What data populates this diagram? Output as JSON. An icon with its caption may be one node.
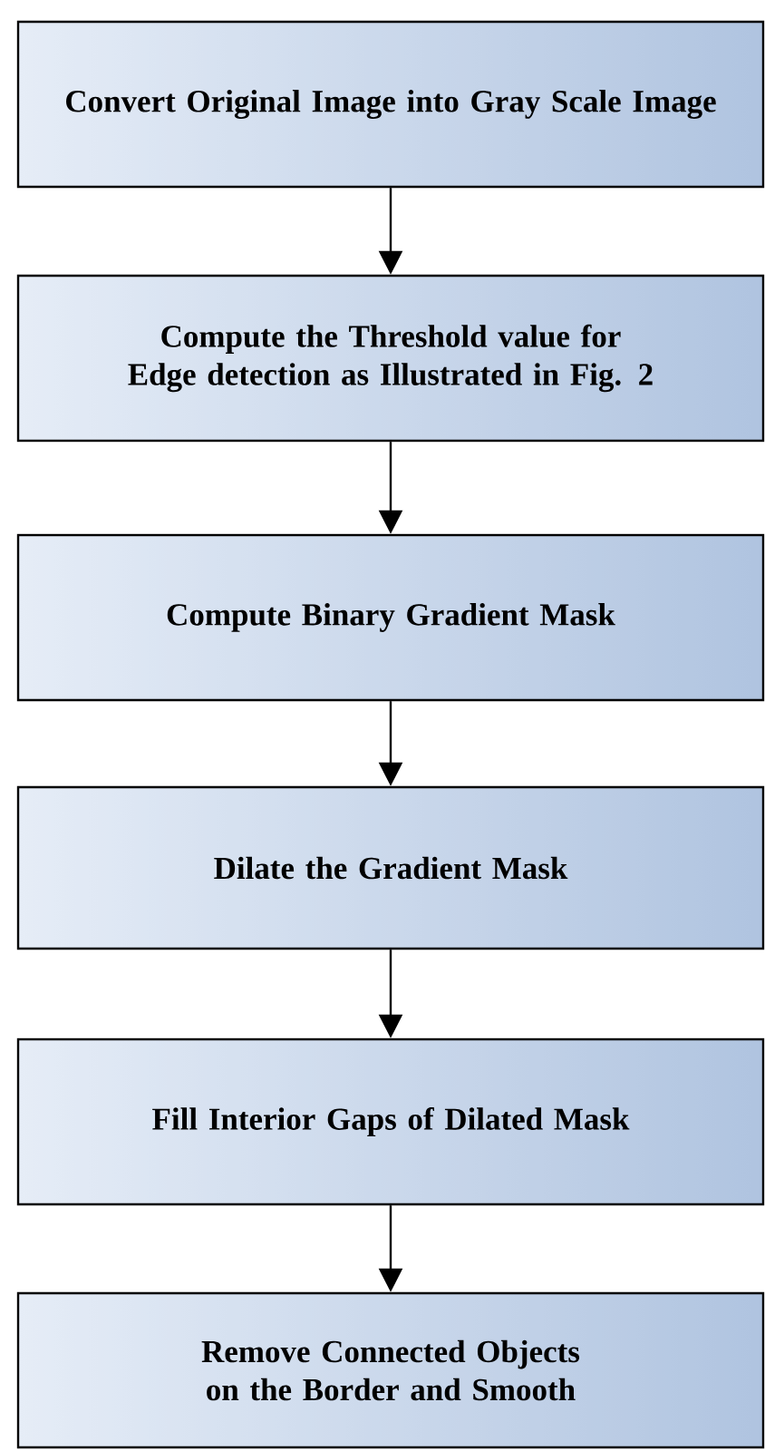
{
  "diagram": {
    "nodes": [
      {
        "text": [
          "Convert Original Image into Gray Scale Image"
        ]
      },
      {
        "text": [
          "Compute  the Threshold value for Edge detection as Illustrated in Fig. 2"
        ]
      },
      {
        "text": [
          "Compute Binary Gradient Mask"
        ]
      },
      {
        "text": [
          "Dilate the Gradient Mask"
        ]
      },
      {
        "text": [
          "Fill Interior Gaps of Dilated Mask"
        ]
      },
      {
        "text": [
          "Remove Connected Objects on the Border and Smooth"
        ]
      }
    ],
    "edges": [
      {
        "from": 0,
        "to": 1,
        "arrow": "to"
      },
      {
        "from": 1,
        "to": 2,
        "arrow": "to"
      },
      {
        "from": 2,
        "to": 3,
        "arrow": "to"
      },
      {
        "from": 3,
        "to": 4,
        "arrow": "to"
      },
      {
        "from": 4,
        "to": 5,
        "arrow": "to"
      }
    ]
  }
}
